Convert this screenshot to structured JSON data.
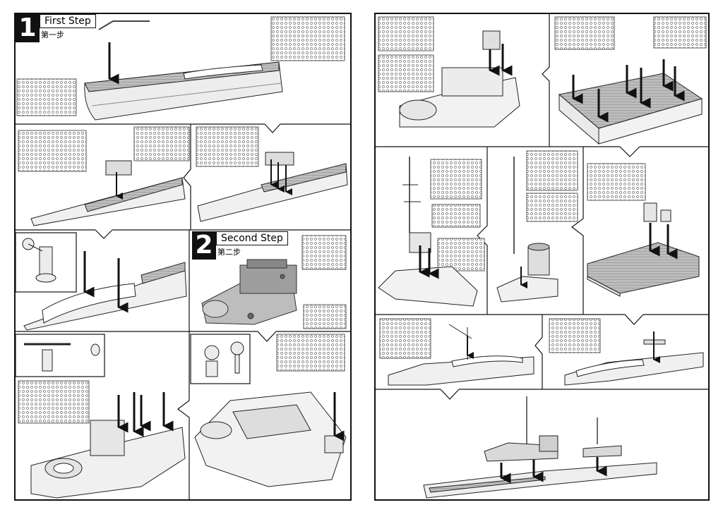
{
  "steps": [
    {
      "number": "1",
      "title": "First Step",
      "subtitle": "第一步"
    },
    {
      "number": "2",
      "title": "Second Step",
      "subtitle": "第二步"
    }
  ],
  "pages": {
    "left": "left-page",
    "right": "right-page"
  },
  "colors": {
    "ink": "#111111",
    "hull": "#e9e9e9",
    "deck": "#c8c8c8",
    "superstructure": "#9a9a9a"
  }
}
